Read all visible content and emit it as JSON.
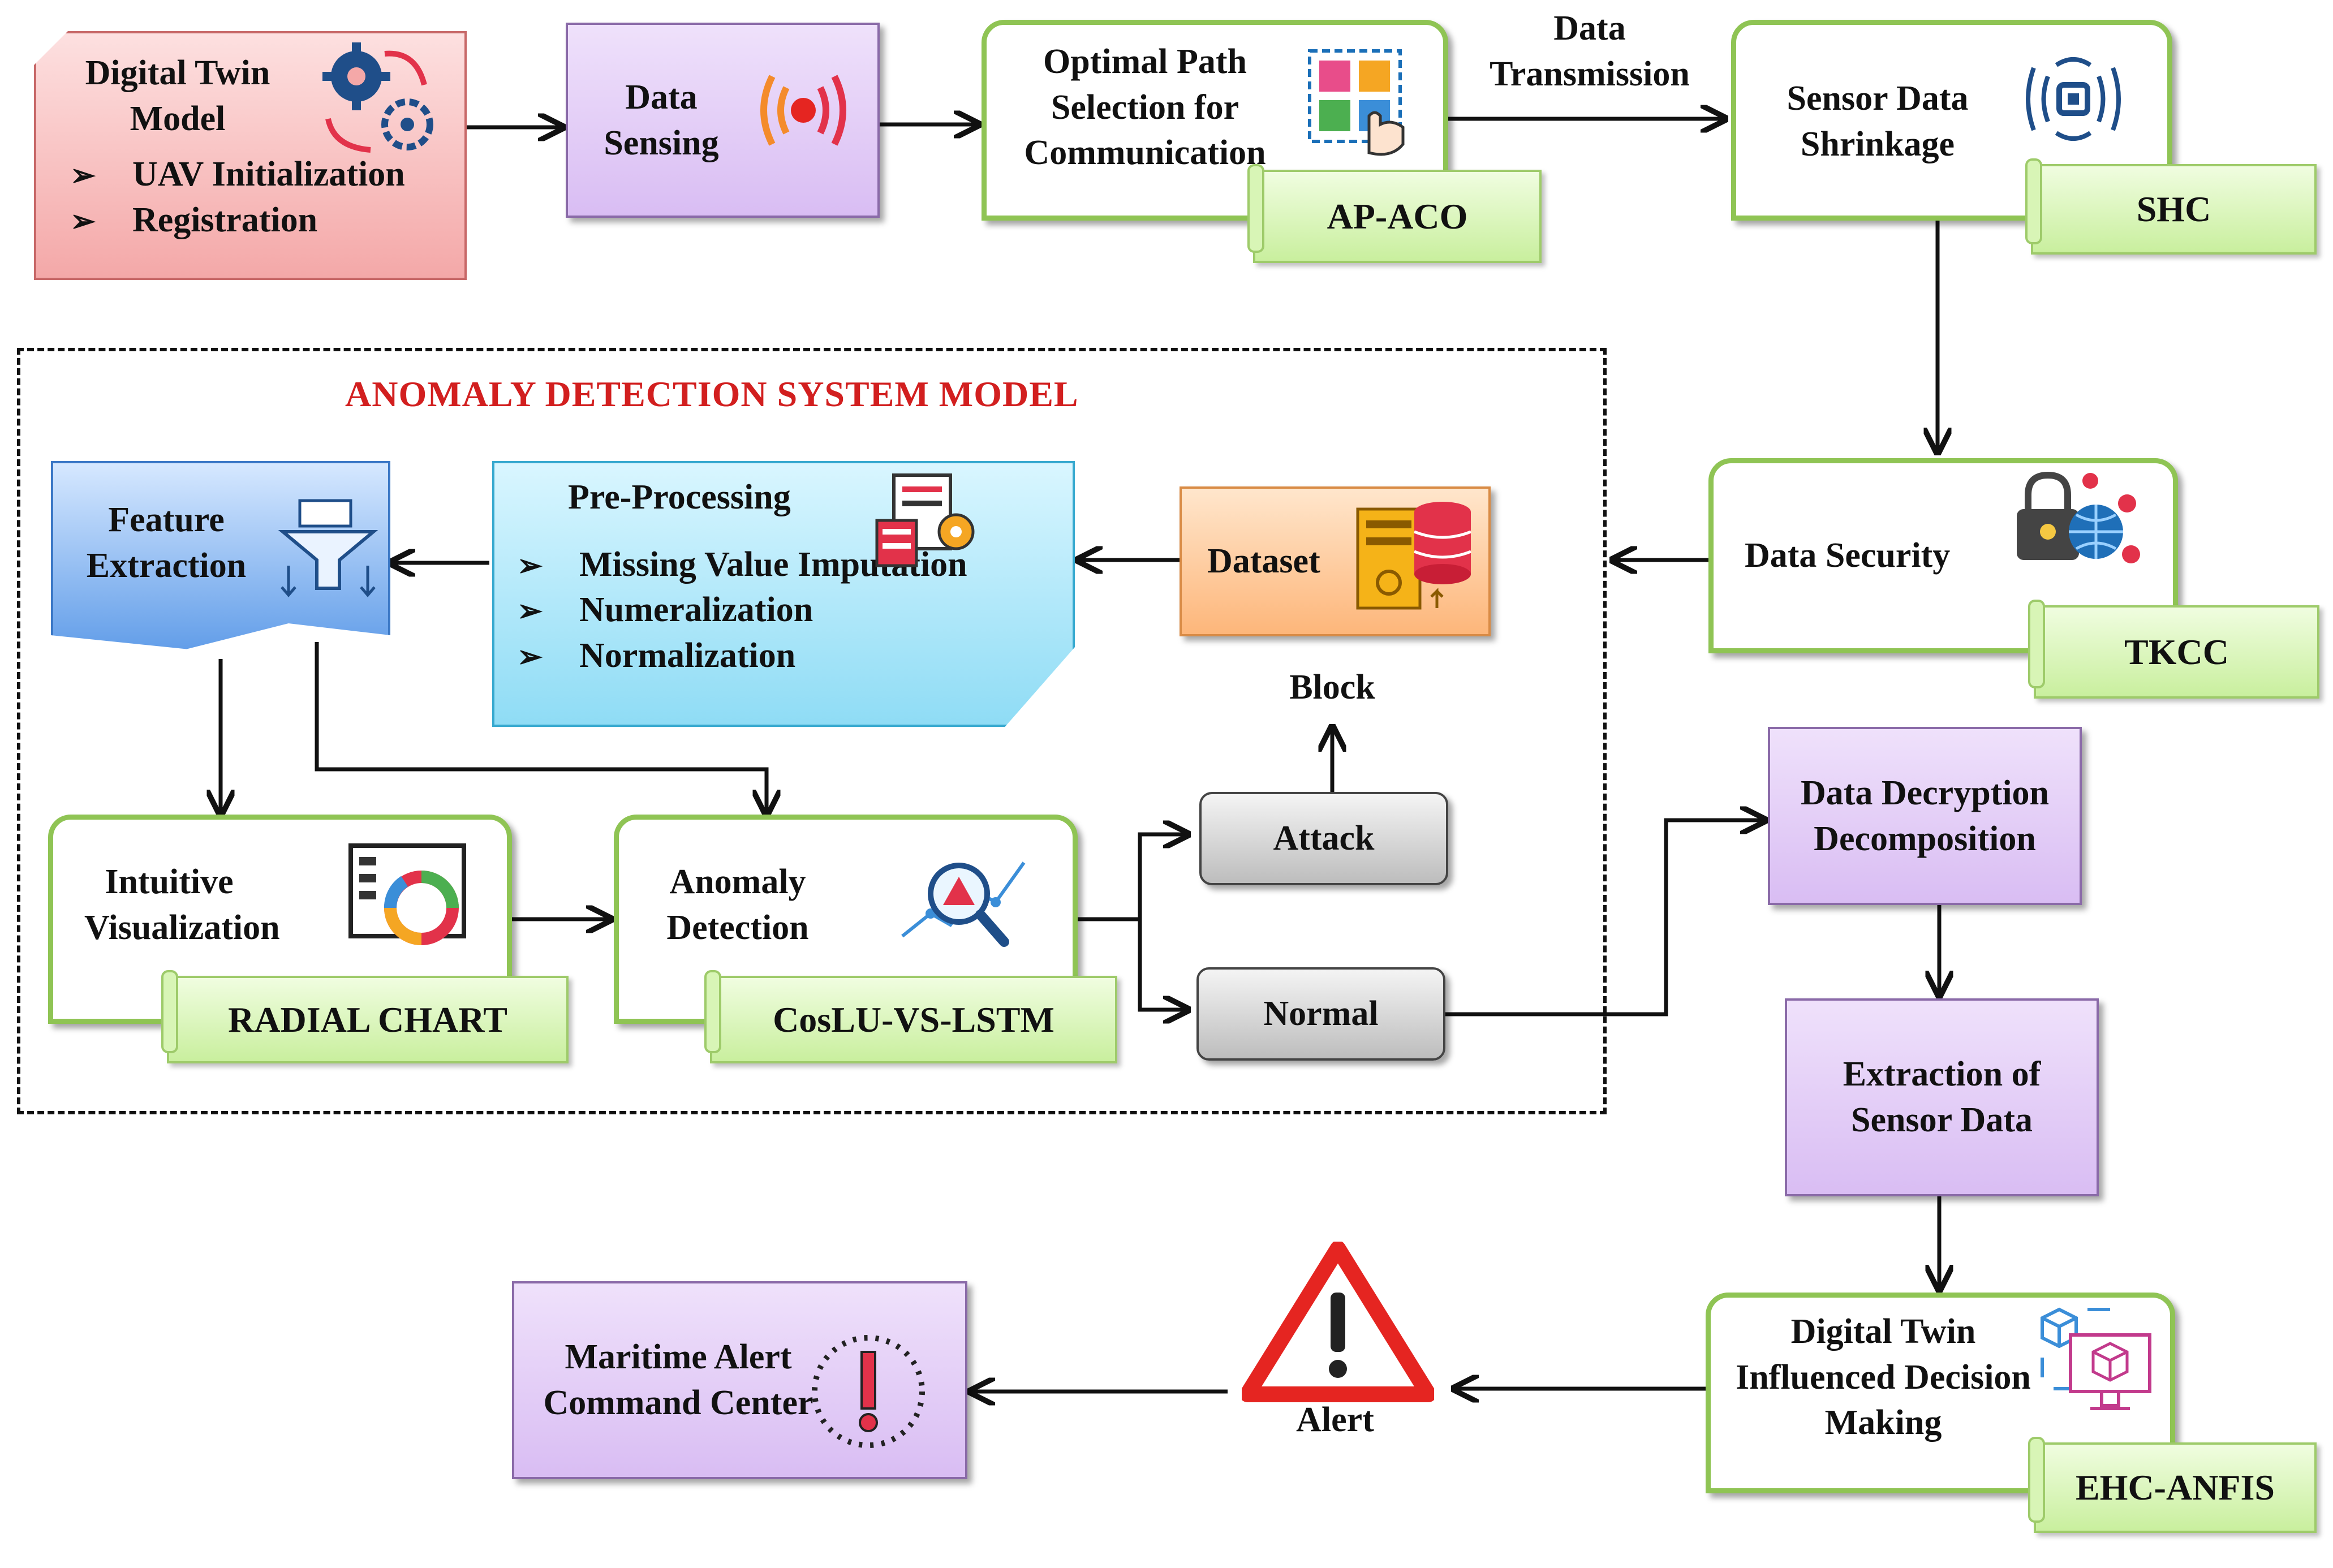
{
  "nodes": {
    "digital_twin_model": {
      "title": "Digital Twin Model",
      "items": [
        "UAV Initialization",
        "Registration"
      ]
    },
    "data_sensing": "Data Sensing",
    "optimal_path": "Optimal Path Selection for Communication",
    "ap_aco": "AP-ACO",
    "data_transmission": "Data Transmission",
    "sensor_data_shrinkage": "Sensor Data Shrinkage",
    "shc": "SHC",
    "data_security": "Data Security",
    "tkcc": "TKCC",
    "dataset": "Dataset",
    "pre_processing": {
      "title": "Pre-Processing",
      "items": [
        "Missing Value Imputation",
        "Numeralization",
        "Normalization"
      ]
    },
    "feature_extraction": "Feature Extraction",
    "intuitive_visualization": "Intuitive Visualization",
    "radial_chart": "RADIAL CHART",
    "anomaly_detection": "Anomaly Detection",
    "coslu": "CosLU-VS-LSTM",
    "attack": "Attack",
    "normal": "Normal",
    "block": "Block",
    "data_decryption": "Data Decryption Decomposition",
    "extraction_sensor": "Extraction of Sensor Data",
    "decision_making": "Digital Twin Influenced Decision Making",
    "ehc_anfis": "EHC-ANFIS",
    "alert": "Alert",
    "maritime": "Maritime Alert Command Center"
  },
  "group_title": "ANOMALY DETECTION SYSTEM MODEL",
  "colors": {
    "purple_fill": "#d9bdf3",
    "pink_fill": "#f4a8a8",
    "green_border": "#8fc454",
    "ribbon_fill": "#c9ef9e",
    "cyan_fill": "#8fdcf5",
    "blue_fill": "#5e9be8",
    "orange_fill": "#fdb67a",
    "alert_red": "#e52521",
    "group_title_red": "#d21f1f"
  },
  "icons": [
    "gears-icon",
    "signal-wave-icon",
    "tap-grid-icon",
    "sensor-icon",
    "lock-globe-icon",
    "database-icon",
    "document-gear-icon",
    "funnel-icon",
    "chart-board-icon",
    "magnifier-alert-icon",
    "cube-monitor-icon",
    "warning-triangle-icon",
    "alert-dial-icon"
  ]
}
